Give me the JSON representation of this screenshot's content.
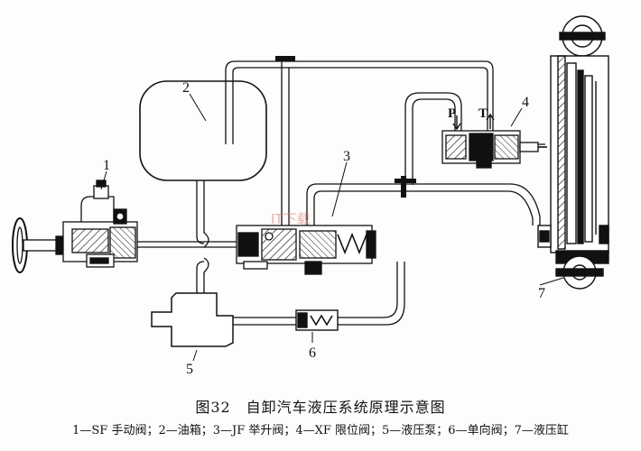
{
  "figure": {
    "caption": "图32　自卸汽车液压系统原理示意图",
    "legend": "1—SF 手动阀；2—油箱；3—JF 举升阀；4—XF 限位阀；5—液压泵；6—单向阀；7—液压缸"
  },
  "callouts": [
    "1",
    "2",
    "3",
    "4",
    "5",
    "6",
    "7"
  ],
  "ports": {
    "pressure": "P",
    "tank": "T"
  },
  "watermark": "IT下载"
}
